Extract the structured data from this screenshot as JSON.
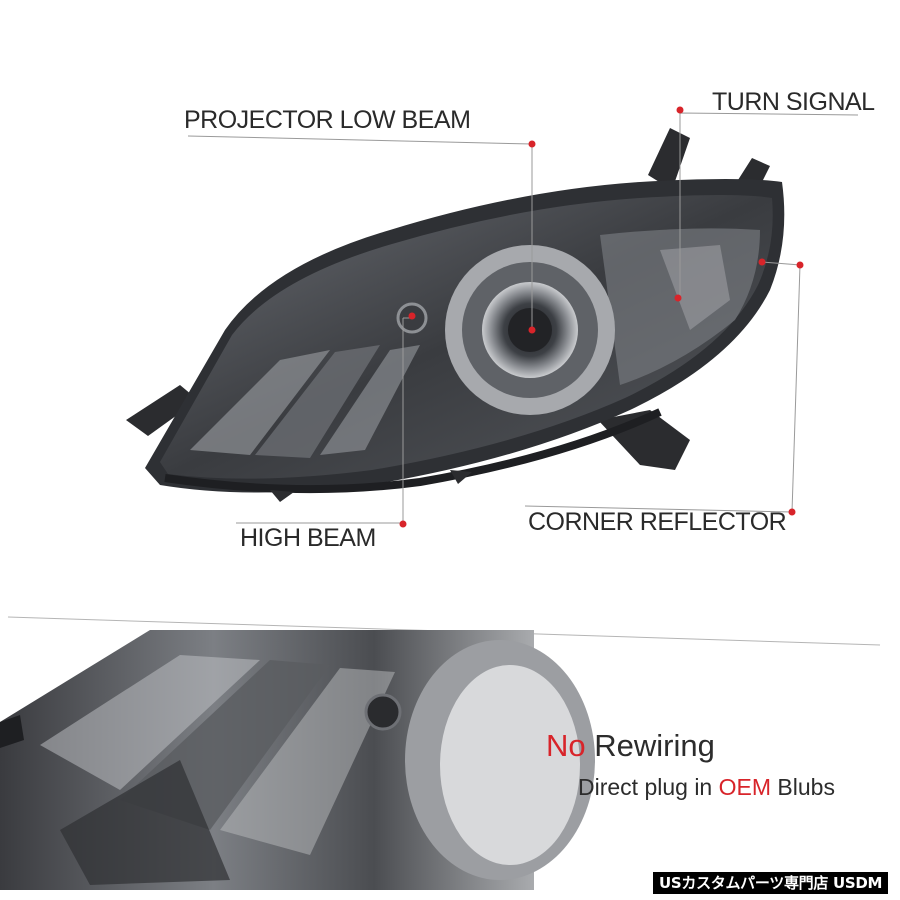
{
  "callouts": {
    "projector_low_beam": "PROJECTOR LOW BEAM",
    "turn_signal": "TURN SIGNAL",
    "high_beam": "HIGH BEAM",
    "corner_reflector": "CORNER REFLECTOR"
  },
  "promo": {
    "line1_accent": "No",
    "line1_rest": "Rewiring",
    "line2_prefix": "Direct plug in",
    "line2_accent": "OEM",
    "line2_suffix": "Blubs"
  },
  "watermark": "USカスタムパーツ専門店 USDM",
  "colors": {
    "accent_red": "#d8242a",
    "smoke_housing": "#4a4d52",
    "line_gray": "#9a9a9a"
  },
  "icons": [
    "callout-dot-icon"
  ]
}
